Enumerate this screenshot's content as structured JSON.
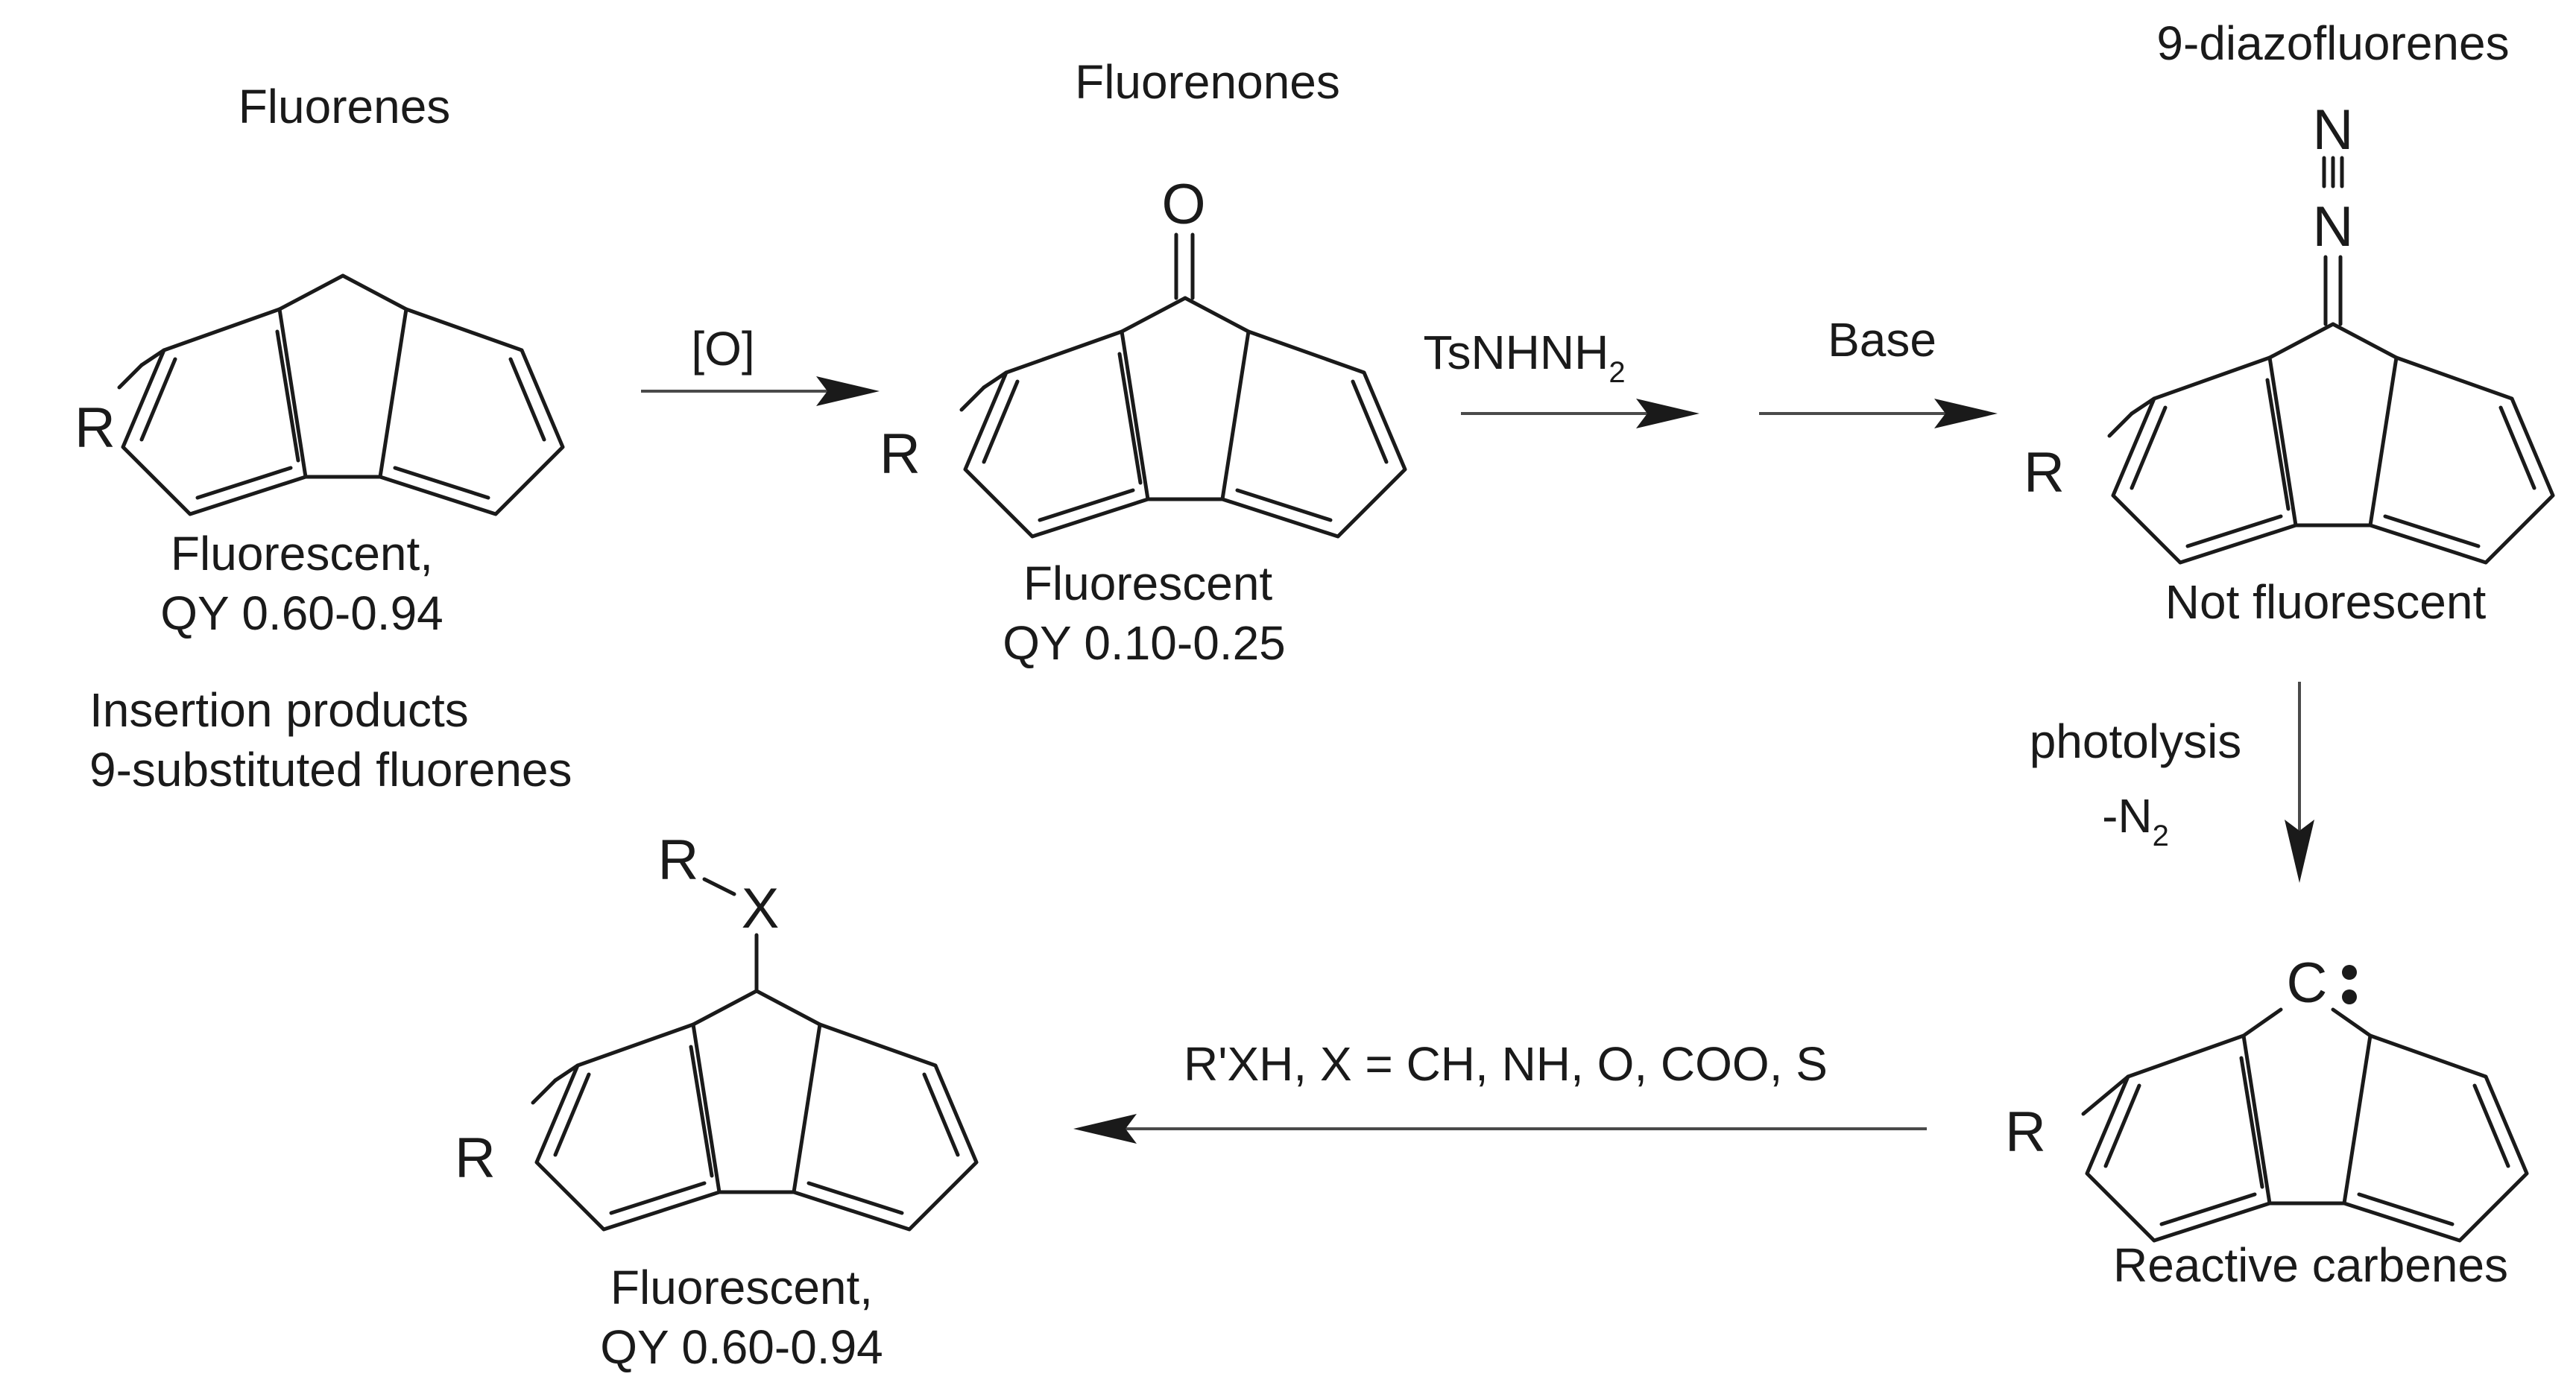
{
  "molecules": {
    "fluorene": {
      "title": "Fluorenes",
      "substituent": "R",
      "caption_line1": "Fluorescent,",
      "caption_line2": "QY 0.60-0.94"
    },
    "fluorenone": {
      "title": "Fluorenones",
      "substituent": "R",
      "carbonyl_atom": "O",
      "caption_line1": "Fluorescent",
      "caption_line2": "QY 0.10-0.25"
    },
    "diazofluorene": {
      "title": "9-diazofluorenes",
      "substituent": "R",
      "atom_n_top": "N",
      "atom_n_bottom": "N",
      "caption": "Not fluorescent"
    },
    "carbene": {
      "substituent": "R",
      "carbene_atom": "C",
      "caption": "Reactive carbenes"
    },
    "insertion_product": {
      "title_line1": "Insertion products",
      "title_line2": "9-substituted fluorenes",
      "substituent": "R",
      "group_r": "R",
      "group_x": "X",
      "caption_line1": "Fluorescent,",
      "caption_line2": "QY 0.60-0.94"
    }
  },
  "reactions": {
    "oxidation": {
      "reagent": "[O]"
    },
    "hydrazone": {
      "reagent_main": "TsNHNH",
      "reagent_sub": "2"
    },
    "base": {
      "reagent": "Base"
    },
    "photolysis": {
      "line1": "photolysis",
      "line2_main": "-N",
      "line2_sub": "2"
    },
    "insertion": {
      "reagent": "R'XH, X = CH, NH, O, COO, S"
    }
  }
}
